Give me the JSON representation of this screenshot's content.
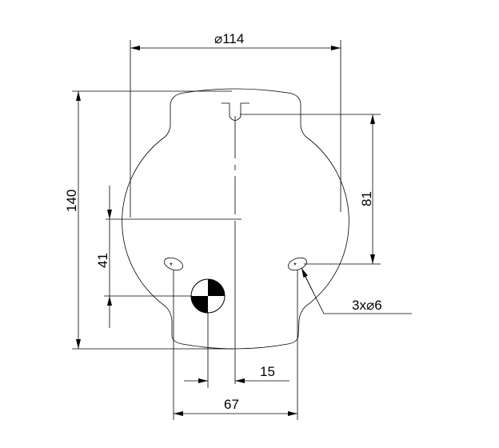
{
  "drawing": {
    "dimensions": {
      "diameter": "⌀114",
      "height": "140",
      "offset_81": "81",
      "offset_41": "41",
      "offset_15": "15",
      "spacing_67": "67",
      "holes": "3x⌀6"
    },
    "symbols": [
      "center-of-gravity-icon",
      "t-slot-icon",
      "hole-icon"
    ]
  }
}
